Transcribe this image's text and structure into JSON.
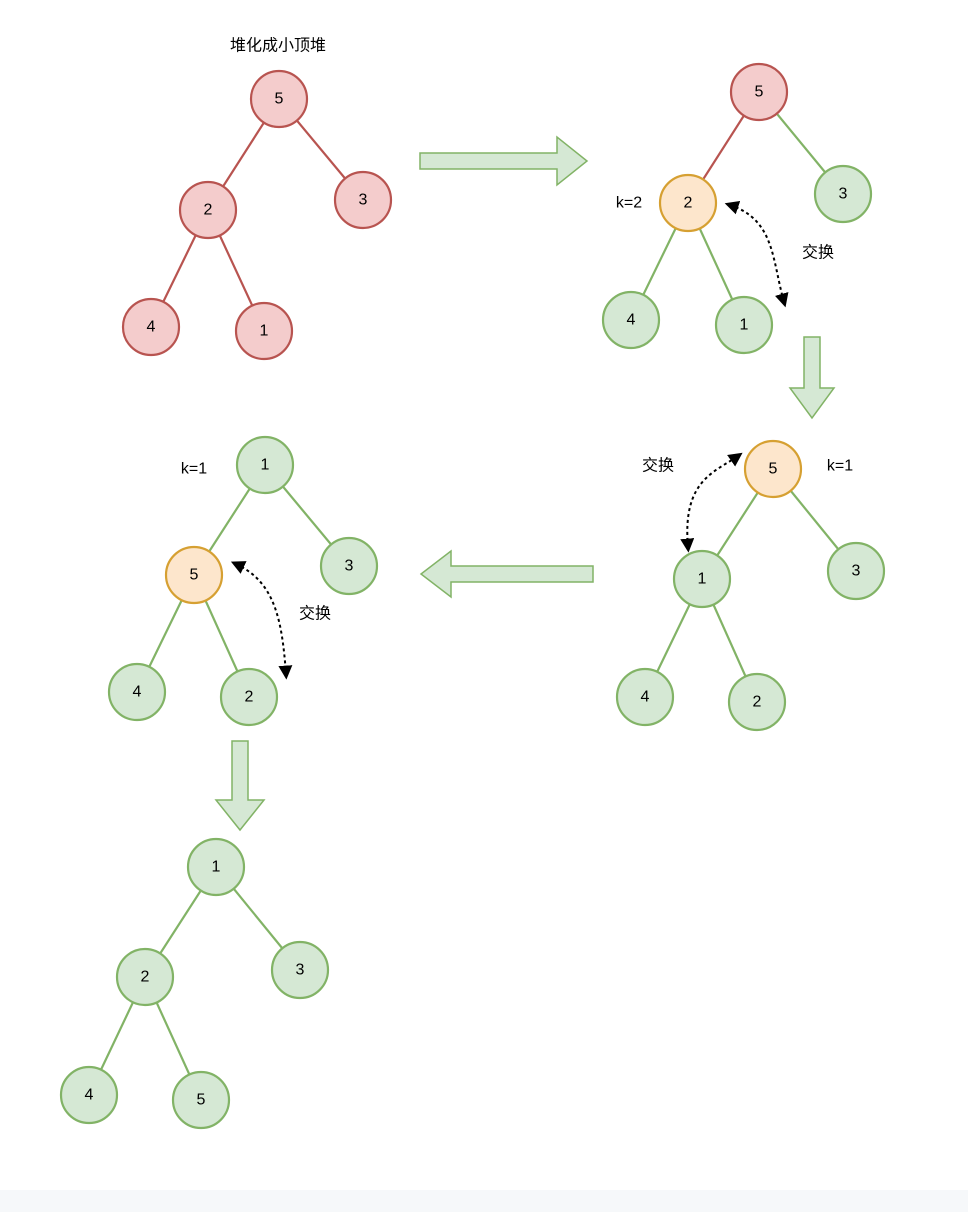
{
  "colors": {
    "red_fill": "#f4cccc",
    "red_stroke": "#b85450",
    "green_fill": "#d5e8d4",
    "green_stroke": "#82b366",
    "orange_fill": "#fde6cc",
    "orange_stroke": "#d6a032"
  },
  "title": "堆化成小顶堆",
  "swap_label": "交换",
  "trees": [
    {
      "id": "step1",
      "nodes": [
        {
          "label": "5",
          "color": "red"
        },
        {
          "label": "2",
          "color": "red"
        },
        {
          "label": "3",
          "color": "red"
        },
        {
          "label": "4",
          "color": "red"
        },
        {
          "label": "1",
          "color": "red"
        }
      ]
    },
    {
      "id": "step2",
      "k_label": "k=2",
      "nodes": [
        {
          "label": "5",
          "color": "red"
        },
        {
          "label": "2",
          "color": "orange"
        },
        {
          "label": "3",
          "color": "green"
        },
        {
          "label": "4",
          "color": "green"
        },
        {
          "label": "1",
          "color": "green"
        }
      ]
    },
    {
      "id": "step3",
      "k_label": "k=1",
      "nodes": [
        {
          "label": "5",
          "color": "orange"
        },
        {
          "label": "1",
          "color": "green"
        },
        {
          "label": "3",
          "color": "green"
        },
        {
          "label": "4",
          "color": "green"
        },
        {
          "label": "2",
          "color": "green"
        }
      ]
    },
    {
      "id": "step4",
      "k_label": "k=1",
      "nodes": [
        {
          "label": "1",
          "color": "green"
        },
        {
          "label": "5",
          "color": "orange"
        },
        {
          "label": "3",
          "color": "green"
        },
        {
          "label": "4",
          "color": "green"
        },
        {
          "label": "2",
          "color": "green"
        }
      ]
    },
    {
      "id": "step5",
      "nodes": [
        {
          "label": "1",
          "color": "green"
        },
        {
          "label": "2",
          "color": "green"
        },
        {
          "label": "3",
          "color": "green"
        },
        {
          "label": "4",
          "color": "green"
        },
        {
          "label": "5",
          "color": "green"
        }
      ]
    }
  ]
}
